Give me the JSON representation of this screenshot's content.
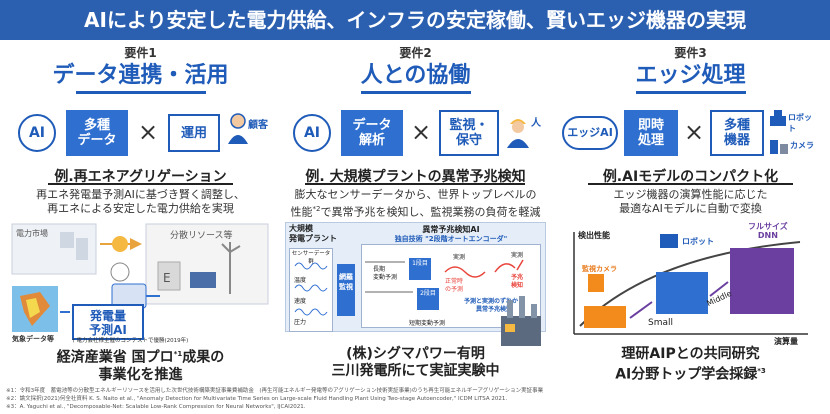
{
  "header": {
    "title": "AIにより安定した電力供給、インフラの安定稼働、賢いエッジ機器の実現"
  },
  "req1": {
    "label": "要件1",
    "title": "データ連携・活用",
    "ai": "AI",
    "box1": "多種\nデータ",
    "times": "×",
    "box2": "運用",
    "person": "顧客",
    "example": "例.再エネアグリゲーション",
    "desc1": "再エネ発電量予測AIに基づき賢く調整し、",
    "desc2": "再エネによる安定した電力供給を実現",
    "market": "電力市場",
    "resource": "分散リソース等",
    "predict": "発電量\n予測AI",
    "dagger": "†",
    "weather": "気象データ等",
    "contest": "† 電力会社様主催のコンテストで優勝(2019年)",
    "bottom1": "経済産業省 国プロ",
    "bottom_sup": "*1",
    "bottom2": "成果の",
    "bottom3": "事業化を推進"
  },
  "req2": {
    "label": "要件2",
    "title": "人との協働",
    "ai": "AI",
    "box1": "データ\n解析",
    "times": "×",
    "box2": "監視・\n保守",
    "person": "人",
    "example": "例. 大規模プラントの異常予兆検知",
    "desc1": "膨大なセンサーデータから、世界トップレベルの",
    "desc2a": "性能",
    "desc2sup": "*2",
    "desc2b": "で異常予兆を検知し、監視業務の負荷を軽減",
    "plant": "大規模\n発電プラント",
    "sensor": "センサーデータ群",
    "temp": "温度",
    "speed": "速度",
    "press": "圧力",
    "monitor": "網羅\n監視",
    "ai_title": "異常予兆検知AI",
    "tech": "独自技術 \"2段階オートエンコーダ\"",
    "stage1": "1段目",
    "stage2": "2段目",
    "longterm": "長期\n変動予測",
    "shortterm": "短期変動予測",
    "normal": "正常時\nの予測",
    "actual1": "実測",
    "actual2": "実測",
    "alarm": "予兆\n検知",
    "gap": "予測と実測のずれから\n異常予兆検知",
    "bottom1": "(株)シグマパワー有明",
    "bottom2": "三川発電所にて実証実験中"
  },
  "req3": {
    "label": "要件3",
    "title": "エッジ処理",
    "ai": "エッジAI",
    "box1": "即時\n処理",
    "times": "×",
    "box2": "多種\n機器",
    "robot": "ロボット",
    "camera": "カメラ",
    "example": "例.AIモデルのコンパクト化",
    "desc1": "エッジ機器の演算性能に応じた",
    "desc2": "最適なAIモデルに自動で変換",
    "ylabel": "検出性能",
    "xlabel": "演算量",
    "fullsize": "フルサイズ\nDNN",
    "robot2": "ロボット",
    "cam2": "監視カメラ",
    "small": "Small",
    "middle": "Middle",
    "bottom1": "理研AIPとの共同研究",
    "bottom2": "AI分野トップ学会採録",
    "bottom_sup": "*3"
  },
  "footnotes": {
    "n1": "※1：令和3年度　蓄電池等の分散型エネルギーリソースを活用した次世代技術構築実証事業費補助金　(再生可能エネルギー発電等のアグリゲーション技術実証事業)のうち再生可能エネルギーアグリゲーション実証事業",
    "n2": "※2：論文採択(2021)何全社資料 K. S. Naito et al., \"Anomaly Detection for Multivariate Time Series on Large-scale Fluid Handling Plant Using Two-stage Autoencoder,\" ICDM LITSA 2021.",
    "n3": "※3：A. Yaguchi et al., \"Decomposable-Net: Scalable Low-Rank Compression for Neural Networks\", IJCAI2021."
  }
}
